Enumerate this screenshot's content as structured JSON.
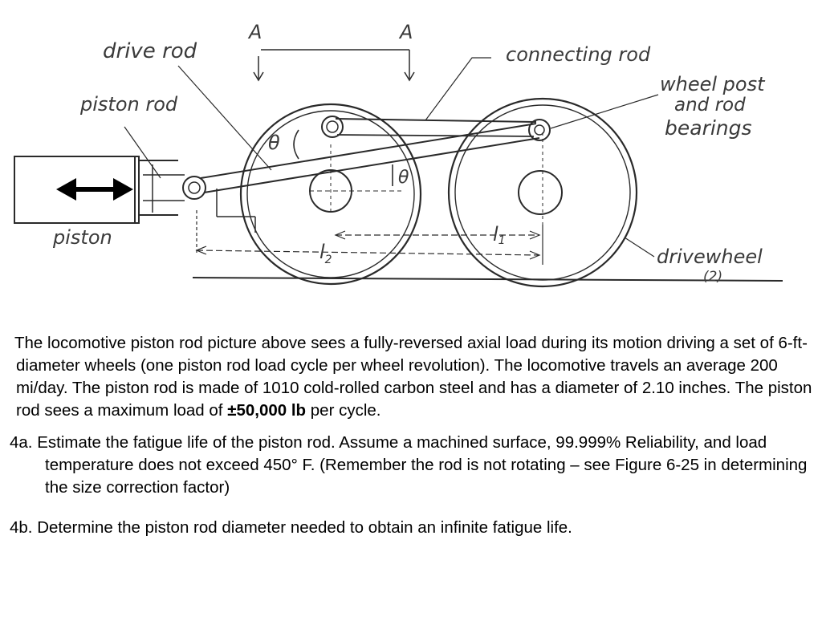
{
  "figure": {
    "labels": {
      "drive_rod": "drive rod",
      "piston_rod": "piston rod",
      "piston": "piston",
      "section_a_left": "A",
      "section_a_right": "A",
      "connecting_rod": "connecting rod",
      "wheel_post_line1": "wheel post",
      "wheel_post_line2": "and rod",
      "wheel_post_line3": "bearings",
      "theta_left": "θ",
      "theta_right": "θ",
      "l1": "l",
      "l1_sub": "1",
      "l2": "l",
      "l2_sub": "2",
      "drivewheel": "drivewheel",
      "drivewheel_count": "(2)"
    }
  },
  "problem": {
    "intro_pre": "The locomotive piston rod picture above sees a fully-reversed axial load during its motion driving a set of 6-ft-diameter wheels (one piston rod load cycle per wheel revolution).  The locomotive travels an average 200 mi/day.  The piston rod is made of 1010 cold-rolled carbon steel and has a diameter of 2.10 inches.  The piston rod sees a maximum load of ",
    "intro_bold": "±50,000 lb",
    "intro_post": " per cycle.",
    "q4a_label": "4a.",
    "q4a_text": "Estimate the fatigue life of the piston rod.  Assume a machined surface, 99.999% Reliability, and load temperature does not exceed 450° F.  (Remember the rod is not rotating – see Figure 6-25 in determining the size correction factor)",
    "q4b_label": "4b.",
    "q4b_text": "Determine the piston rod diameter needed to obtain an infinite fatigue life."
  }
}
